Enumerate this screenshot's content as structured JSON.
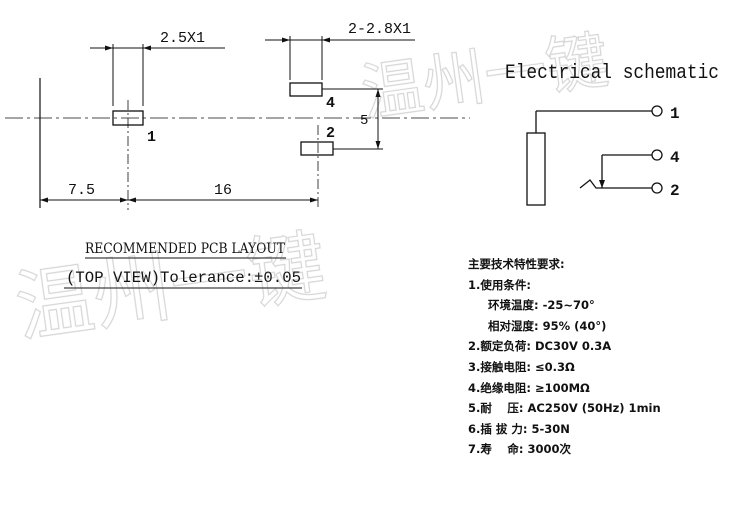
{
  "layout": {
    "dim_2_5": "2.5X1",
    "dim_2_8": "2-2.8X1",
    "dim_7_5": "7.5",
    "dim_16": "16",
    "dim_5": "5",
    "pad_1": "1",
    "pad_2": "2",
    "pad_4": "4",
    "title": "RECOMMENDED PCB LAYOUT",
    "subtitle": "(TOP VIEW)Tolerance:±0.05"
  },
  "schematic": {
    "title": "Electrical schematic",
    "pin_1": "1",
    "pin_4": "4",
    "pin_2": "2"
  },
  "specs": {
    "heading": "主要技术特性要求:",
    "items": [
      "1.使用条件:",
      "环境温度: -25~70°",
      "相对湿度: 95% (40°)",
      "2.额定负荷: DC30V 0.3A",
      "3.接触电阻: ≤0.3Ω",
      "4.绝缘电阻: ≥100MΩ",
      "5.耐　 压: AC250V (50Hz) 1min",
      "6.插 拔 力: 5-30N",
      "7.寿　 命: 3000次"
    ]
  },
  "watermark": "温州一键"
}
